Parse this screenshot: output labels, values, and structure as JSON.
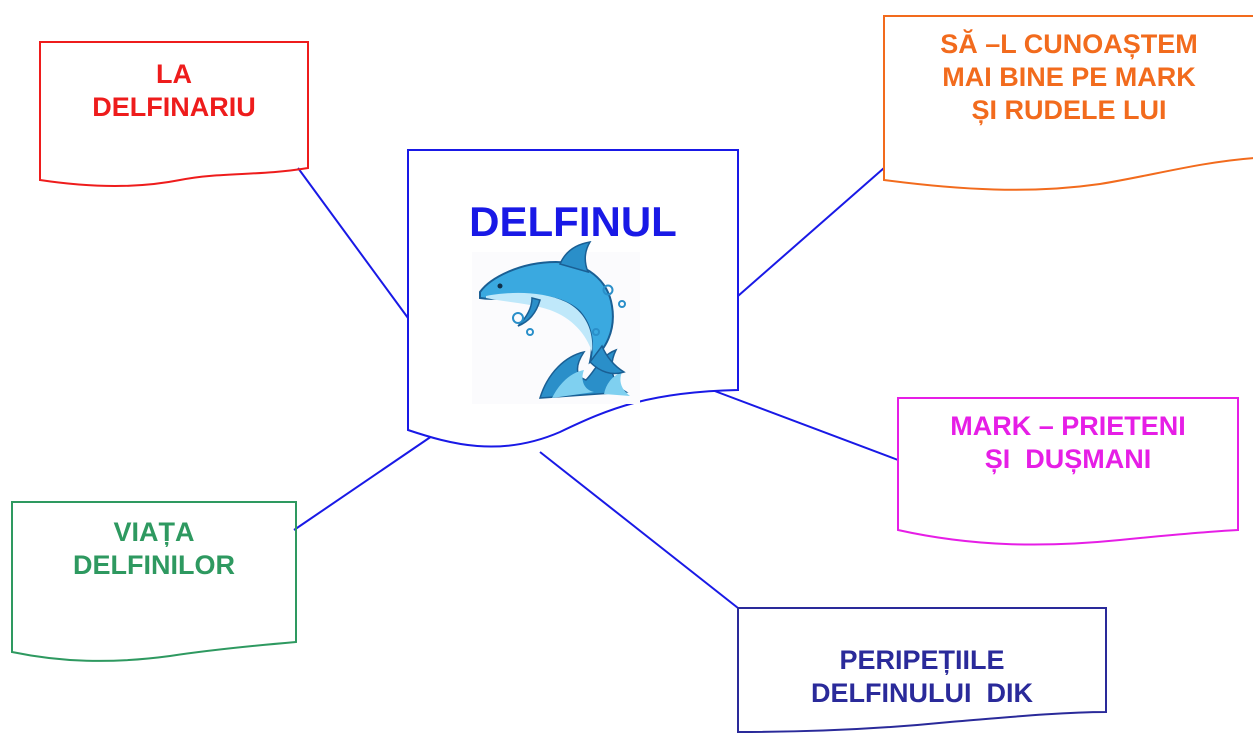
{
  "center": {
    "title": "DELFINUL",
    "image_icon": "dolphin-jumping-icon",
    "border_color": "#1919e6"
  },
  "topics": [
    {
      "lines": [
        "LA",
        "DELFINARIU"
      ],
      "color": "#ee1c1c"
    },
    {
      "lines": [
        "SĂ –L CUNOAȘTEM",
        "MAI BINE PE MARK",
        "ȘI RUDELE LUI"
      ],
      "color": "#f26b1d"
    },
    {
      "lines": [
        "MARK – PRIETENI",
        "ȘI  DUȘMANI"
      ],
      "color": "#e61ee6"
    },
    {
      "lines": [
        "VIAȚA",
        "DELFINILOR"
      ],
      "color": "#2e9960"
    },
    {
      "lines": [
        "PERIPEȚIILE",
        "DELFINULUI  DIK"
      ],
      "color": "#2a2a9a"
    }
  ],
  "connector_color": "#1919e6"
}
